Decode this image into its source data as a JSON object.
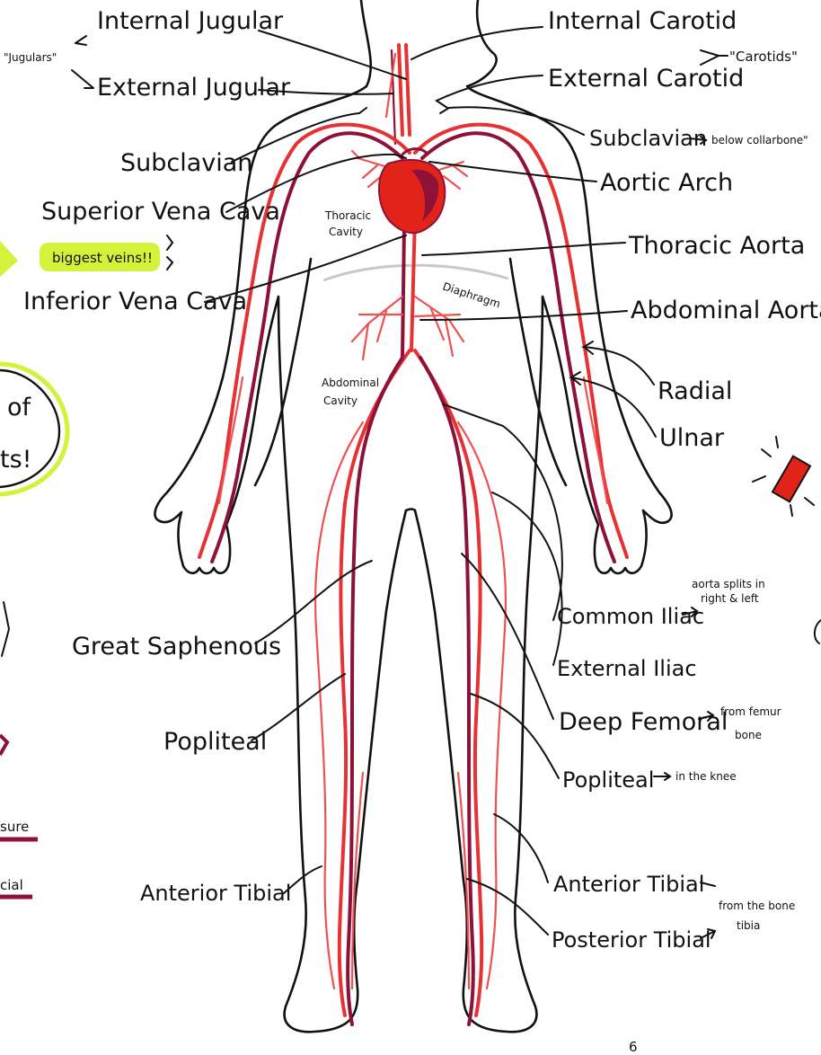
{
  "labels": {
    "internal_jugular": "Internal Jugular",
    "external_jugular": "External Jugular",
    "jugulars_note": "\"Jugulars\"",
    "subclavian_left": "Subclavian",
    "superior_vena_cava": "Superior Vena Cava",
    "biggest_veins_note": "biggest veins!!",
    "inferior_vena_cava": "Inferior Vena Cava",
    "internal_carotid": "Internal Carotid",
    "external_carotid": "External Carotid",
    "carotids_note": "\"Carotids\"",
    "subclavian_right": "Subclavian",
    "collarbone_note": "below collarbone\"",
    "aortic_arch": "Aortic Arch",
    "thoracic_aorta": "Thoracic Aorta",
    "abdominal_aorta": "Abdominal Aorta",
    "radial": "Radial",
    "ulnar": "Ulnar",
    "common_iliac": "Common Iliac",
    "aorta_splits_note_1": "aorta splits in",
    "aorta_splits_note_2": "right & left",
    "external_iliac": "External Iliac",
    "deep_femoral": "Deep Femoral",
    "femur_note_1": "from femur",
    "femur_note_2": "bone",
    "popliteal_right": "Popliteal",
    "knee_note": "in the knee",
    "anterior_tibial_right": "Anterior Tibial",
    "tibia_note_1": "from the bone",
    "tibia_note_2": "tibia",
    "posterior_tibial": "Posterior Tibial",
    "great_saphenous": "Great Saphenous",
    "popliteal_left": "Popliteal",
    "anterior_tibial_left": "Anterior Tibial",
    "thoracic_cavity_1": "Thoracic",
    "thoracic_cavity_2": "Cavity",
    "diaphragm": "Diaphragm",
    "abdominal_cavity_1": "Abdominal",
    "abdominal_cavity_2": "Cavity",
    "edge_of": "of",
    "edge_ts": "ts!",
    "edge_sure": "sure",
    "edge_cial": "cial",
    "page_mark": "6"
  },
  "colors": {
    "artery": "#e63232",
    "vein": "#8e1238",
    "heart": "#e2231a",
    "highlight": "#d4f23a",
    "outline": "#111111"
  }
}
